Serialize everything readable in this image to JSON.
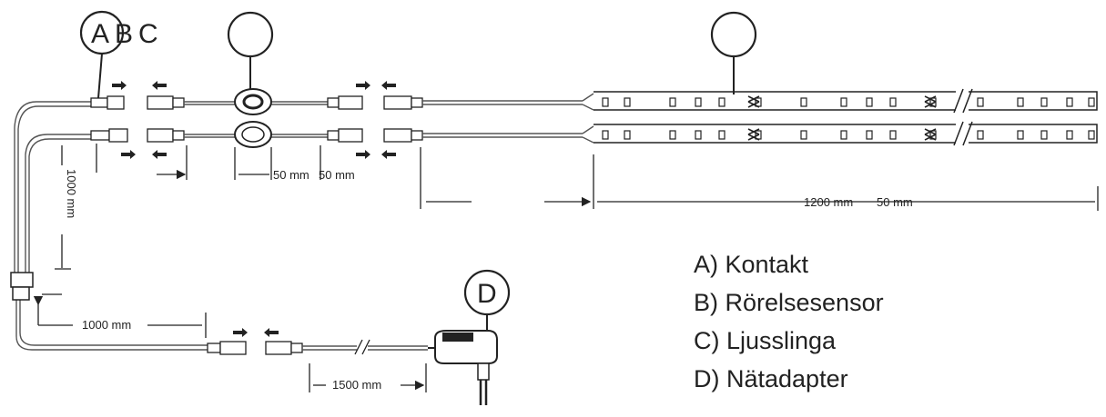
{
  "callouts": {
    "top_left": [
      "A",
      "B",
      "C"
    ],
    "adapter": "D"
  },
  "dimensions": {
    "sensor_gap": "50 mm",
    "sensor_gap_2": "50 mm",
    "strip_length": "1200 mm",
    "strip_length_2": "50 mm",
    "vertical_cable": "1000 mm",
    "horizontal_cable": "1000 mm",
    "adapter_cable": "1500 mm"
  },
  "legend": [
    "A) Kontakt",
    "B) Rörelsesensor",
    "C) Ljusslinga",
    "D) Nätadapter"
  ]
}
